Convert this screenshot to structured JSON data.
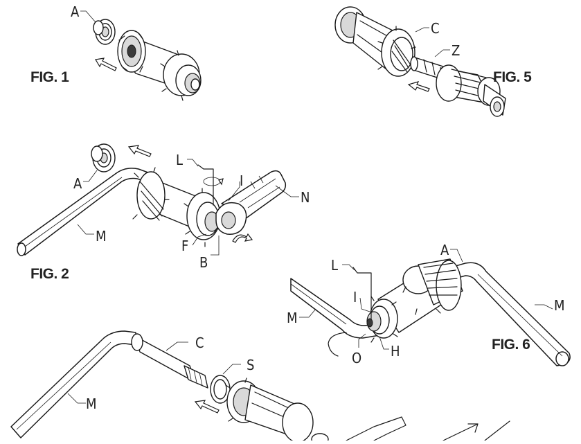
{
  "figures": {
    "fig1": {
      "title": "FIG. 1",
      "callouts": [
        "A"
      ]
    },
    "fig2": {
      "title": "FIG. 2",
      "callouts": [
        "L",
        "A",
        "I",
        "N",
        "M",
        "F",
        "B"
      ]
    },
    "fig3": {
      "callouts": [
        "C",
        "S",
        "M"
      ]
    },
    "fig5": {
      "title": "FIG. 5",
      "callouts": [
        "C",
        "Z"
      ]
    },
    "fig6": {
      "title": "FIG. 6",
      "callouts": [
        "A",
        "L",
        "M",
        "I",
        "M",
        "O",
        "H"
      ]
    }
  },
  "colors": {
    "line": "#1a1a1a",
    "background": "#ffffff",
    "shade": "#d9d9d9"
  }
}
